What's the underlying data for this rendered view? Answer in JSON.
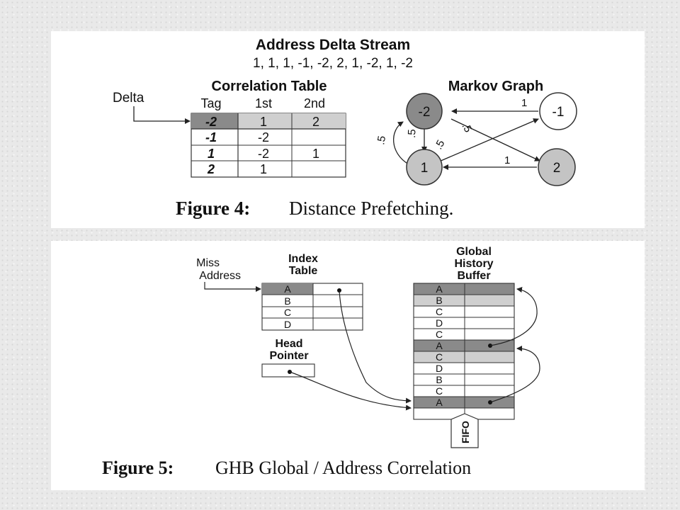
{
  "fig4": {
    "title": "Address Delta Stream",
    "stream": "1, 1, 1, -1, -2, 2, 1, -2, 1, -2",
    "table_title": "Correlation Table",
    "delta_label": "Delta",
    "headers": [
      "Tag",
      "1st",
      "2nd"
    ],
    "rows": [
      [
        "-2",
        "1",
        "2"
      ],
      [
        "-1",
        "-2",
        ""
      ],
      [
        "1",
        "-2",
        "1"
      ],
      [
        "2",
        "1",
        ""
      ]
    ],
    "graph_title": "Markov Graph",
    "nodes": [
      "-2",
      "-1",
      "1",
      "2"
    ],
    "edge_labels": {
      "neg1_to_neg2": "1",
      "neg2_to_2": ".5",
      "neg2_to_1": ".5",
      "one_to_neg2": ".5",
      "one_to_neg1": ".5",
      "two_to_1": "1"
    },
    "caption_bold": "Figure 4:",
    "caption_text": "Distance Prefetching."
  },
  "fig5": {
    "miss_label_1": "Miss",
    "miss_label_2": "Address",
    "index_title_1": "Index",
    "index_title_2": "Table",
    "index_rows": [
      "A",
      "B",
      "C",
      "D"
    ],
    "head_label_1": "Head",
    "head_label_2": "Pointer",
    "ghb_title_1": "Global",
    "ghb_title_2": "History",
    "ghb_title_3": "Buffer",
    "ghb_rows": [
      "A",
      "B",
      "C",
      "D",
      "C",
      "A",
      "C",
      "D",
      "B",
      "C",
      "A",
      ""
    ],
    "fifo_label": "FIFO",
    "caption_bold": "Figure 5:",
    "caption_text": "GHB Global / Address Correlation"
  },
  "colors": {
    "dark_fill": "#8a8a8a",
    "light_fill": "#cfcfcf",
    "node_fill": "#c4c4c4"
  }
}
